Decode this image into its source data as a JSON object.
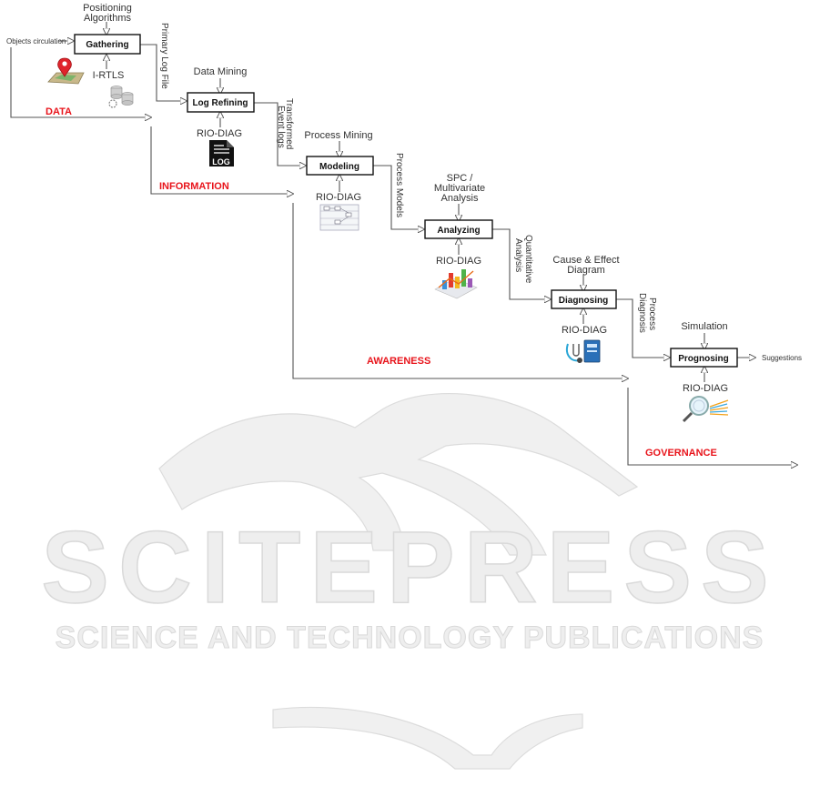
{
  "watermark": {
    "title": "SCITEPRESS",
    "subtitle": "SCIENCE AND TECHNOLOGY PUBLICATIONS"
  },
  "colors": {
    "phase": "#e8141b",
    "line": "#555555",
    "box_border": "#111111"
  },
  "steps": {
    "gathering": "Gathering",
    "log_refining": "Log Refining",
    "modeling": "Modeling",
    "analyzing": "Analyzing",
    "diagnosing": "Diagnosing",
    "prognosing": "Prognosing"
  },
  "inputs": {
    "positioning_line1": "Positioning",
    "positioning_line2": "Algorithms",
    "data_mining": "Data Mining",
    "process_mining": "Process Mining",
    "spc_line1": "SPC /",
    "spc_line2": "Multivariate",
    "spc_line3": "Analysis",
    "cause_line1": "Cause & Effect",
    "cause_line2": "Diagram",
    "simulation": "Simulation"
  },
  "tools": {
    "irtls": "I-RTLS",
    "riodiag_refining": "RIO-DIAG",
    "riodiag_modeling": "RIO-DIAG",
    "riodiag_analyzing": "RIO-DIAG",
    "riodiag_diagnosing": "RIO-DIAG",
    "riodiag_prognosing": "RIO-DIAG",
    "log_icon_text": "LOG"
  },
  "flows": {
    "objects_circulation": "Objects circulation",
    "primary_log_file": "Primary Log File",
    "transformed_line1": "Transformed",
    "transformed_line2": "Event logs",
    "process_models": "Process Models",
    "quantitative_line1": "Quantitative",
    "quantitative_line2": "Analysis",
    "process_diag_line1": "Process",
    "process_diag_line2": "Diagnosis",
    "suggestions": "Suggestions"
  },
  "phases": {
    "data": "DATA",
    "information": "INFORMATION",
    "awareness": "AWARENESS",
    "governance": "GOVERNANCE"
  }
}
